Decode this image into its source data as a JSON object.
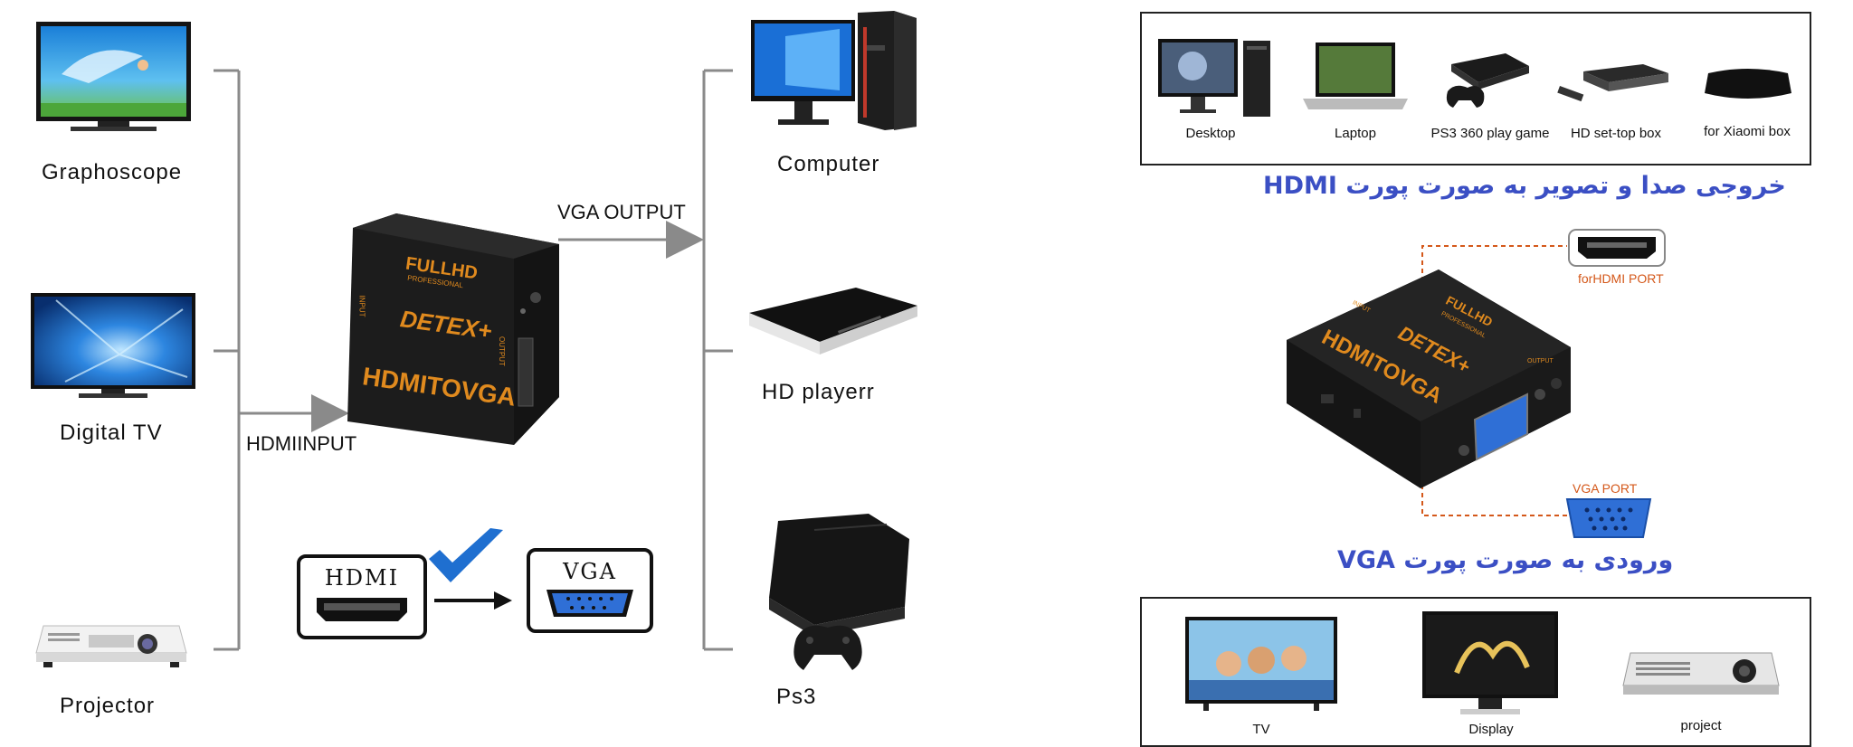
{
  "left_diagram": {
    "inputs": [
      {
        "label": "Graphoscope",
        "icon": "graphoscope-tv-icon"
      },
      {
        "label": "Digital  TV",
        "icon": "digital-tv-icon"
      },
      {
        "label": "Projector",
        "icon": "projector-icon"
      }
    ],
    "input_arrow_label": "HDMIINPUT",
    "output_arrow_label": "VGA OUTPUT",
    "outputs": [
      {
        "label": "Computer",
        "icon": "desktop-computer-icon"
      },
      {
        "label": "HD playerr",
        "icon": "hd-player-icon"
      },
      {
        "label": "Ps3",
        "icon": "ps3-console-icon"
      }
    ],
    "device": {
      "brand_line1": "FULLHD",
      "brand_line2": "PROFESSIONAL",
      "brand": "DETEX+",
      "product": "HDMITOVGA",
      "side_left": "INPUT",
      "side_right": "OUTPUT"
    },
    "conversion": {
      "from_label": "HDMI",
      "to_label": "VGA",
      "check_icon": "checkmark-icon",
      "arrow_icon": "arrow-right-icon"
    }
  },
  "right_panel": {
    "top_sources": [
      {
        "label": "Desktop"
      },
      {
        "label": "Laptop"
      },
      {
        "label": "PS3 360 play game"
      },
      {
        "label": "HD set-top box"
      },
      {
        "label": "for Xiaomi box"
      }
    ],
    "hdmi_heading": "خروجی صدا و تصویر به صورت پورت HDMI",
    "hdmi_port_label": "forHDMI PORT",
    "vga_port_label": "VGA PORT",
    "vga_heading": "ورودی به صورت پورت VGA",
    "bottom_displays": [
      {
        "label": "TV"
      },
      {
        "label": "Display"
      },
      {
        "label": "project"
      }
    ],
    "device": {
      "brand_line1": "FULLHD",
      "brand_line2": "PROFESSIONAL",
      "brand": "DETEX+",
      "product": "HDMITOVGA",
      "side_left": "INPUT",
      "side_right": "OUTPUT"
    }
  },
  "colors": {
    "device_body": "#1c1c1c",
    "device_text": "#e08a1e",
    "heading_blue": "#3b4fc4",
    "connector_line": "#8a8a8a",
    "port_label": "#d4581a",
    "vga_blue": "#2f6fd6",
    "check_blue": "#1f6fd0"
  }
}
